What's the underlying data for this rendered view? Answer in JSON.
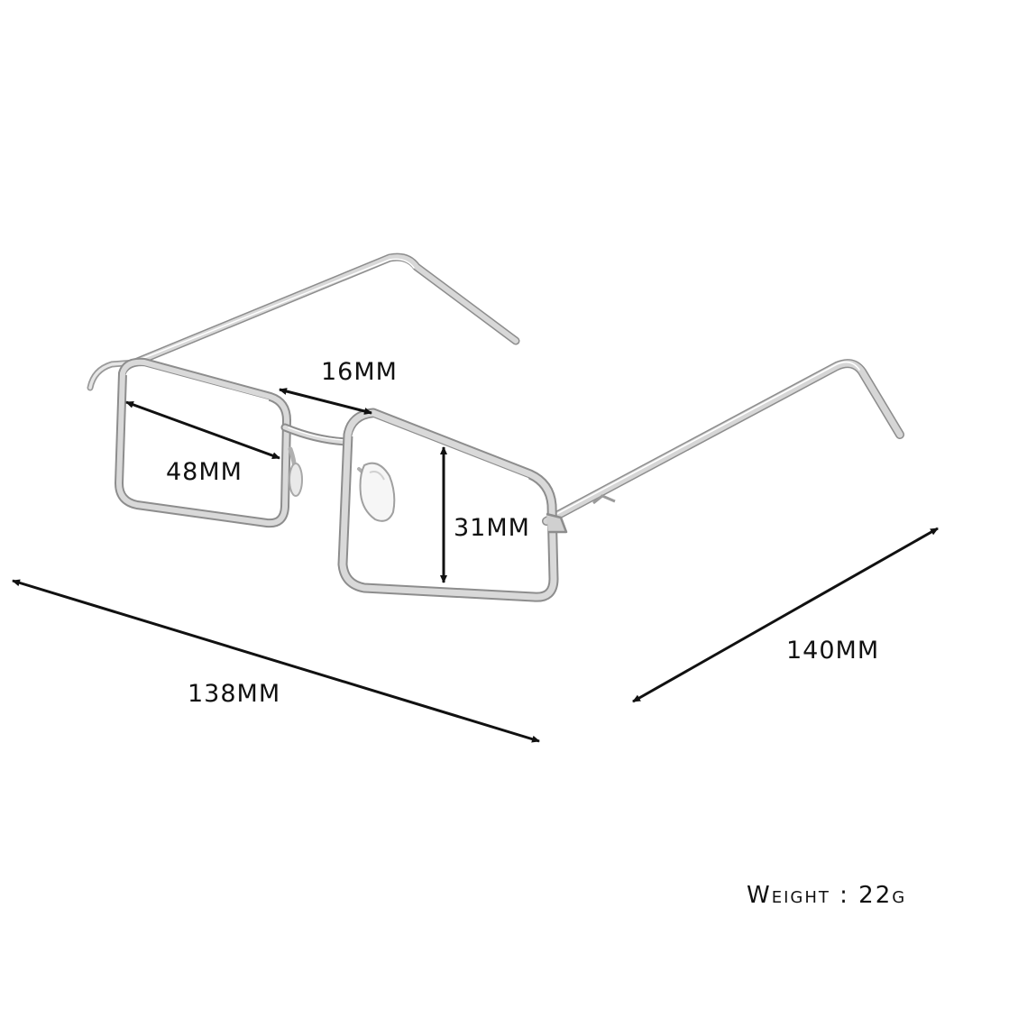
{
  "dimensions": {
    "lens_width": "48MM",
    "bridge_width": "16MM",
    "lens_height": "31MM",
    "frame_width": "138MM",
    "temple_length": "140MM"
  },
  "weight_text": "Weight : 22g",
  "colors": {
    "frame": "#c9c9c9",
    "frame_highlight": "#f2f2f2",
    "frame_shadow": "#8d8d8d",
    "arrow": "#111111",
    "text": "#111111"
  }
}
